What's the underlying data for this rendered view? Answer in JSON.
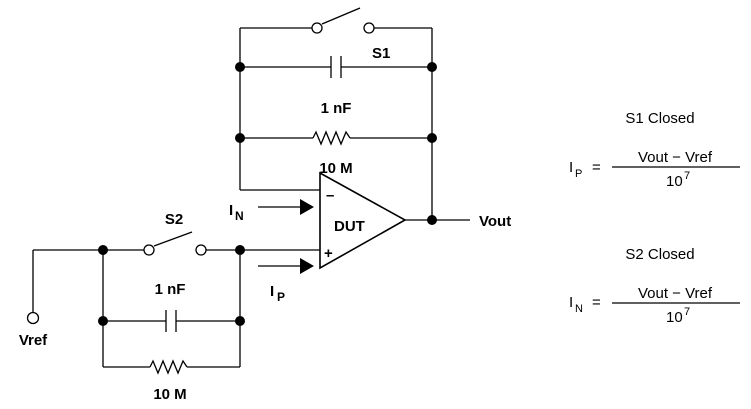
{
  "labels": {
    "s1": "S1",
    "s2": "S2",
    "cap_feedback": "1 nF",
    "cap_input": "1 nF",
    "res_feedback": "10 M",
    "res_input": "10 M",
    "dut": "DUT",
    "minus": "–",
    "plus": "+",
    "in_main": "I",
    "in_sub": "N",
    "ip_main": "I",
    "ip_sub": "P",
    "vout": "Vout",
    "vref": "Vref"
  },
  "equations": [
    {
      "heading": "S1 Closed",
      "lhs_main": "I",
      "lhs_sub": "P",
      "equals": "=",
      "numerator": "Vout − Vref",
      "denominator_base": "10",
      "denominator_exp": "7"
    },
    {
      "heading": "S2 Closed",
      "lhs_main": "I",
      "lhs_sub": "N",
      "equals": "=",
      "numerator": "Vout − Vref",
      "denominator_base": "10",
      "denominator_exp": "7"
    }
  ]
}
